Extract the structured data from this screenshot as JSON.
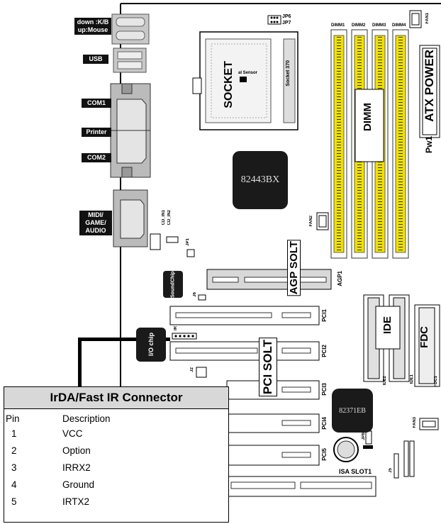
{
  "left_panel": {
    "kb_mouse": [
      "down :K/B",
      "up:Mouse"
    ],
    "usb": "USB",
    "com1": "COM1",
    "printer": "Printer",
    "com2": "COM2",
    "midi": [
      "MIDI/",
      "GAME/",
      "AUDIO"
    ]
  },
  "board": {
    "jp6": "JP6",
    "jp7": "JP7",
    "fan1": "FAN1",
    "fan2": "FAN2",
    "fan3": "FAN3",
    "dimm_slots": [
      "DIMM1",
      "DIMM2",
      "DIMM3",
      "DIMM4"
    ],
    "dimm_label": "DIMM",
    "atx_power": "ATX POWER",
    "pw1": "Pw1",
    "socket": "SOCKET",
    "socket_370": "Socket 370",
    "thermal_sensor": "al Sensor",
    "northbridge": "82443BX",
    "southbridge": "82371EB",
    "agp_label": "AGP SOLT",
    "agp_slot": "AGP1",
    "pci_label": "PCI SOLT",
    "pci_slots": [
      "PCI1",
      "PCI2",
      "PCI3",
      "PCI4",
      "PCI5"
    ],
    "isa_slot": "ISA SLOT1",
    "ide": "IDE",
    "ide1": "IDE1",
    "ide2": "IDE2",
    "fdc": "FDC",
    "fdc1": "FDC1",
    "sound_chip": [
      "Sound",
      "Chip"
    ],
    "io_chip": "I/O chip",
    "cd_in1": "CD_IN1",
    "cd_in2": "CD_IN2",
    "jp1": "JP1",
    "j6": "J6",
    "j2": "J2",
    "jp8": "JP8",
    "j5": "J5",
    "ir": "IR"
  },
  "irda_table": {
    "title": "IrDA/Fast IR Connector",
    "columns": [
      "Pin",
      "Description"
    ],
    "rows": [
      {
        "pin": "1",
        "description": "VCC"
      },
      {
        "pin": "2",
        "description": "Option"
      },
      {
        "pin": "3",
        "description": "IRRX2"
      },
      {
        "pin": "4",
        "description": "Ground"
      },
      {
        "pin": "5",
        "description": "IRTX2"
      }
    ]
  }
}
